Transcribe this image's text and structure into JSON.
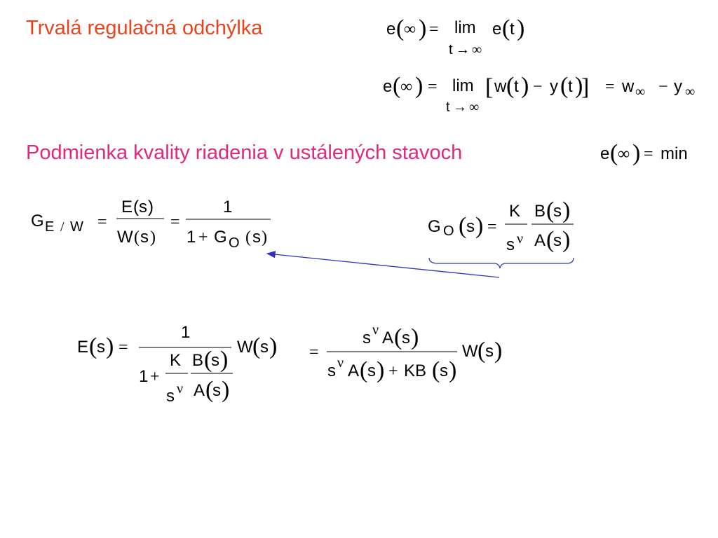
{
  "headings": {
    "steady_error": "Trvalá regulačná odchýlka",
    "quality_condition": "Podmienka kvality riadenia v ustálených stavoch"
  },
  "colors": {
    "heading1": "#e8431c",
    "heading2": "#e0287e",
    "arrow": "#3030c0",
    "text": "#000000"
  },
  "symbols": {
    "e": "e",
    "t": "t",
    "w": "w",
    "y": "y",
    "E": "E",
    "W": "W",
    "G": "G",
    "O": "O",
    "K": "K",
    "A": "A",
    "B": "B",
    "KB": "KB",
    "s": "s",
    "lim": "lim",
    "min": "min",
    "one": "1",
    "slash": "/",
    "inf": "∞",
    "nu": "ν",
    "lpar": "(",
    "rpar": ")",
    "lbrack": "[",
    "rbrack": "]",
    "eq": "=",
    "plus": "+",
    "minus": "−",
    "arrow": "→"
  }
}
